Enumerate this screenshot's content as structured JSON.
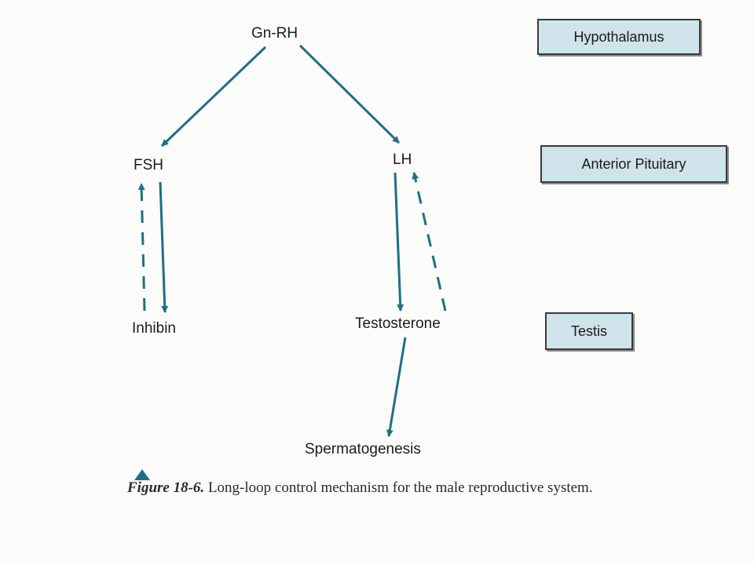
{
  "diagram": {
    "nodes": {
      "gnrh": "Gn-RH",
      "fsh": "FSH",
      "lh": "LH",
      "inhibin": "Inhibin",
      "testosterone": "Testosterone",
      "spermatogenesis": "Spermatogenesis"
    },
    "levels": {
      "hypothalamus": "Hypothalamus",
      "anterior_pituitary": "Anterior Pituitary",
      "testis": "Testis"
    },
    "edges": [
      {
        "from": "Gn-RH",
        "to": "FSH",
        "style": "solid"
      },
      {
        "from": "Gn-RH",
        "to": "LH",
        "style": "solid"
      },
      {
        "from": "FSH",
        "to": "Inhibin",
        "style": "solid"
      },
      {
        "from": "Inhibin",
        "to": "FSH",
        "style": "dashed"
      },
      {
        "from": "LH",
        "to": "Testosterone",
        "style": "solid"
      },
      {
        "from": "Testosterone",
        "to": "LH",
        "style": "dashed"
      },
      {
        "from": "Testosterone",
        "to": "Spermatogenesis",
        "style": "solid"
      }
    ],
    "colors": {
      "arrow": "#1e6f86",
      "box_fill": "#cfe3ea",
      "box_border": "#3a3a3a"
    }
  },
  "caption": {
    "figure_number": "Figure 18-6.",
    "text": " Long-loop control mechanism for the male reproductive system.",
    "marker_icon": "triangle-up"
  }
}
